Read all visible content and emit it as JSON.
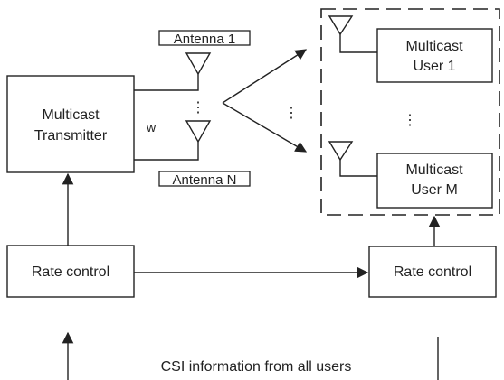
{
  "transmitter": {
    "line1": "Multicast",
    "line2": "Transmitter"
  },
  "weight_label": "w",
  "antennas": {
    "first": "Antenna 1",
    "last": "Antenna N"
  },
  "users": [
    {
      "line1": "Multicast",
      "line2": "User 1"
    },
    {
      "line1": "Multicast",
      "line2": "User M"
    }
  ],
  "rate_control": {
    "left": "Rate control",
    "right": "Rate control"
  },
  "csi_label": "CSI information from all users",
  "ellipsis": "⋮"
}
